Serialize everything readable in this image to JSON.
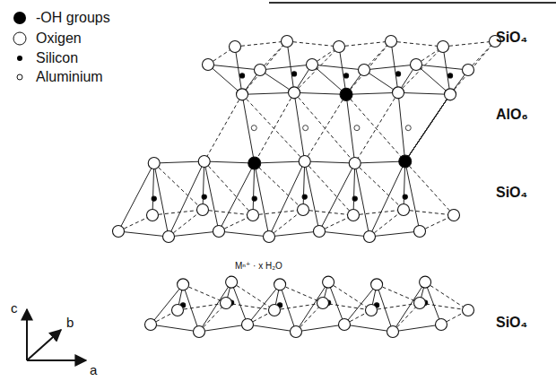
{
  "diagram": {
    "labels": [
      "SiO₄",
      "AlO₆",
      "SiO₄",
      "Mⁿ⁺ · x H₂O",
      "SiO₄",
      "c",
      "b",
      "a"
    ],
    "legend": [
      {
        "text": "-OH groups"
      },
      {
        "text": "Oxigen"
      },
      {
        "text": "Silicon"
      },
      {
        "text": "Aluminium"
      }
    ]
  }
}
